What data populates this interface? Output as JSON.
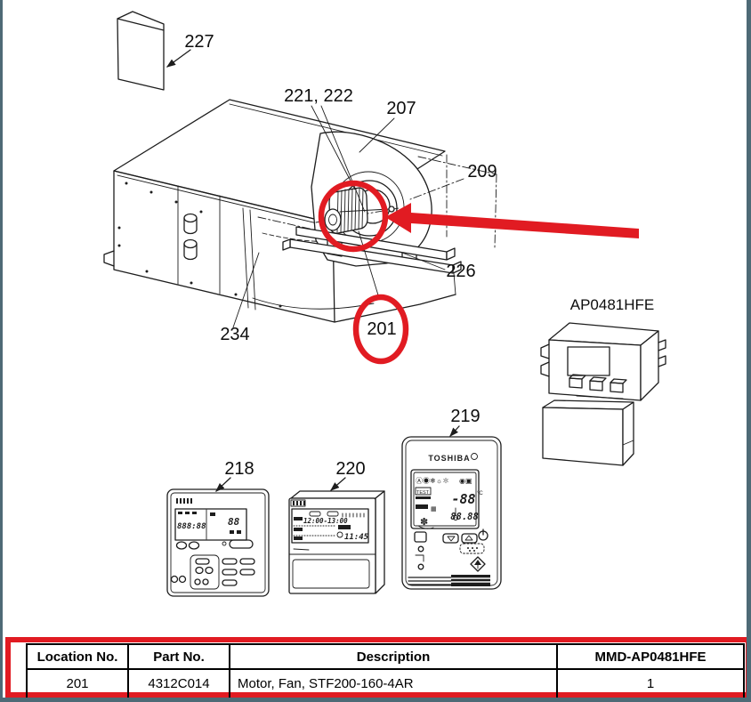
{
  "page": {
    "background": "#ffffff",
    "edge_border_color": "#4e6a76"
  },
  "highlight": {
    "color": "#e11b22"
  },
  "diagram": {
    "callouts": {
      "booklet": "227",
      "screws": "221, 222",
      "fan_casing": "207",
      "fan_impeller": "209",
      "fan_base": "226",
      "cabinet": "234",
      "fan_motor": "201",
      "control_unit": "AP0481HFE",
      "wireless_remote": "219",
      "wired_remote": "218",
      "schedule_timer": "220"
    },
    "wired_remote_lcd": {
      "main": "888:88",
      "temp": "88"
    },
    "schedule_timer_lcd": {
      "program": "12:00-13:00",
      "clock": "11:45"
    },
    "wireless_remote_lcd": {
      "brand": "TOSHIBA",
      "test": "TEST",
      "temp": "-88",
      "time": "88.88",
      "degrees": "°C"
    }
  },
  "table": {
    "headers": [
      "Location No.",
      "Part No.",
      "Description",
      "MMD-AP0481HFE"
    ],
    "rows": [
      [
        "201",
        "4312C014",
        "Motor, Fan, STF200-160-4AR",
        "1"
      ]
    ]
  }
}
